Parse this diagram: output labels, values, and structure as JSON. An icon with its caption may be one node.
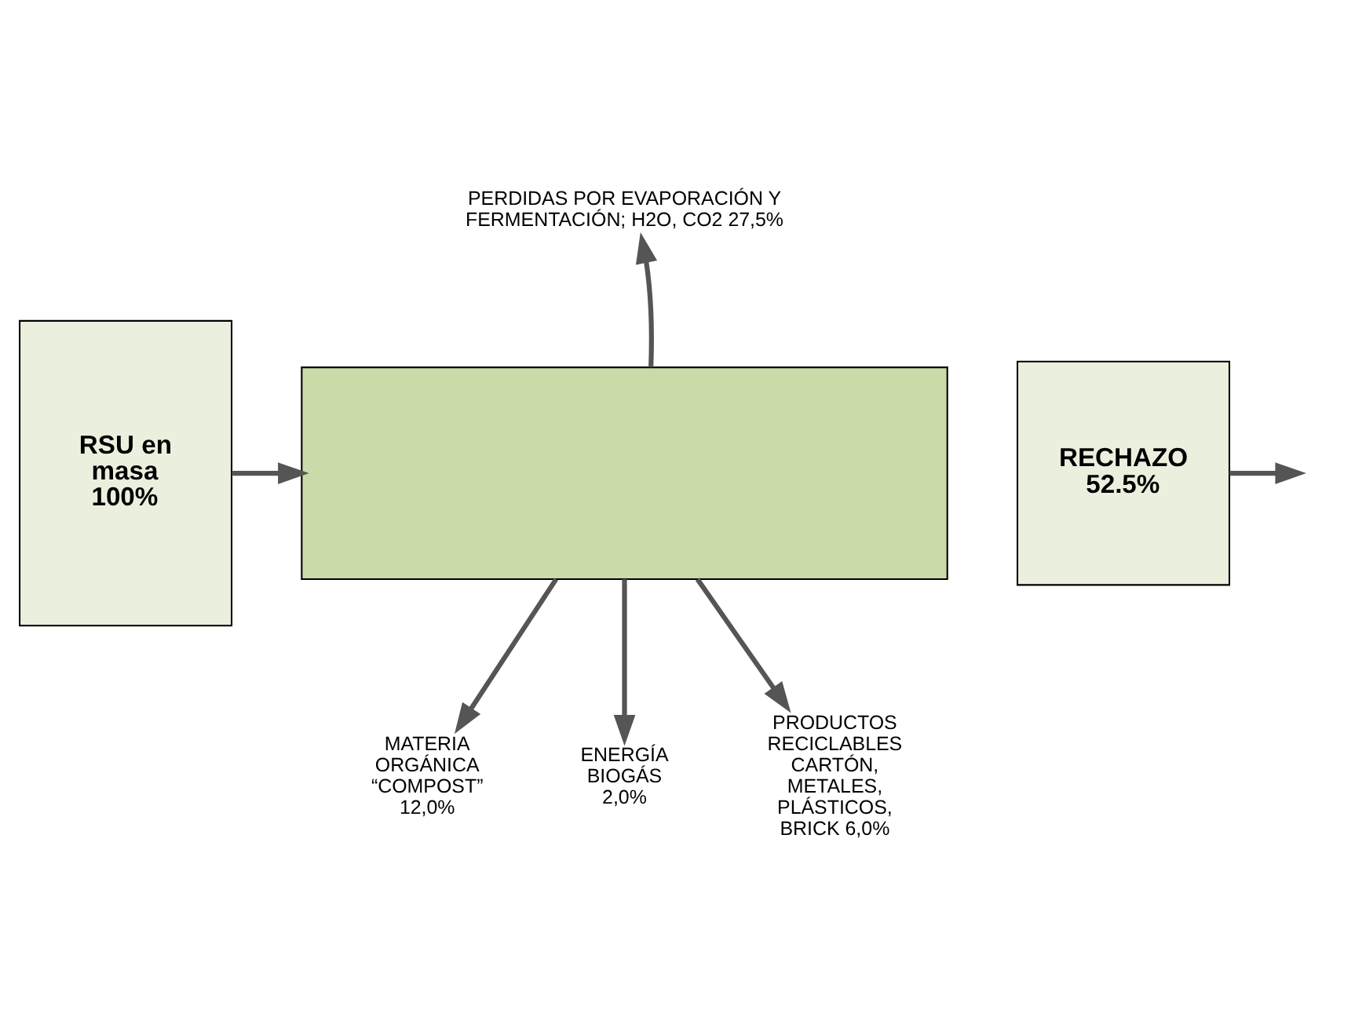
{
  "diagram": {
    "nodes": [
      {
        "text": [
          "RSU en masa 100%"
        ]
      },
      {
        "text": [],
        "shape": "box"
      },
      {
        "text": [
          "PERDIDAS POR EVAPORACIÓN Y FERMENTACIÓN; H2O, CO2 27,5%"
        ]
      },
      {
        "text": [
          "MATERIA ORGÁNICA “COMPOST” 12,0%"
        ]
      },
      {
        "text": [
          "ENERGÍA BIOGÁS 2,0%"
        ]
      },
      {
        "text": [
          "PRODUCTOS RECICLABLES CARTÓN, METALES, PLÁSTICOS, BRICK 6,0%"
        ]
      },
      {
        "text": [
          "RECHAZO 52.5%"
        ]
      }
    ],
    "edges": [
      {
        "from": 0,
        "to": 1,
        "arrow": "to"
      },
      {
        "from": 1,
        "to": 2,
        "arrow": "to"
      },
      {
        "from": 1,
        "to": 3,
        "arrow": "to"
      },
      {
        "from": 1,
        "to": 4,
        "arrow": "to"
      },
      {
        "from": 1,
        "to": 5,
        "arrow": "to"
      },
      {
        "from": 6,
        "to": null,
        "arrow": "to"
      }
    ]
  }
}
